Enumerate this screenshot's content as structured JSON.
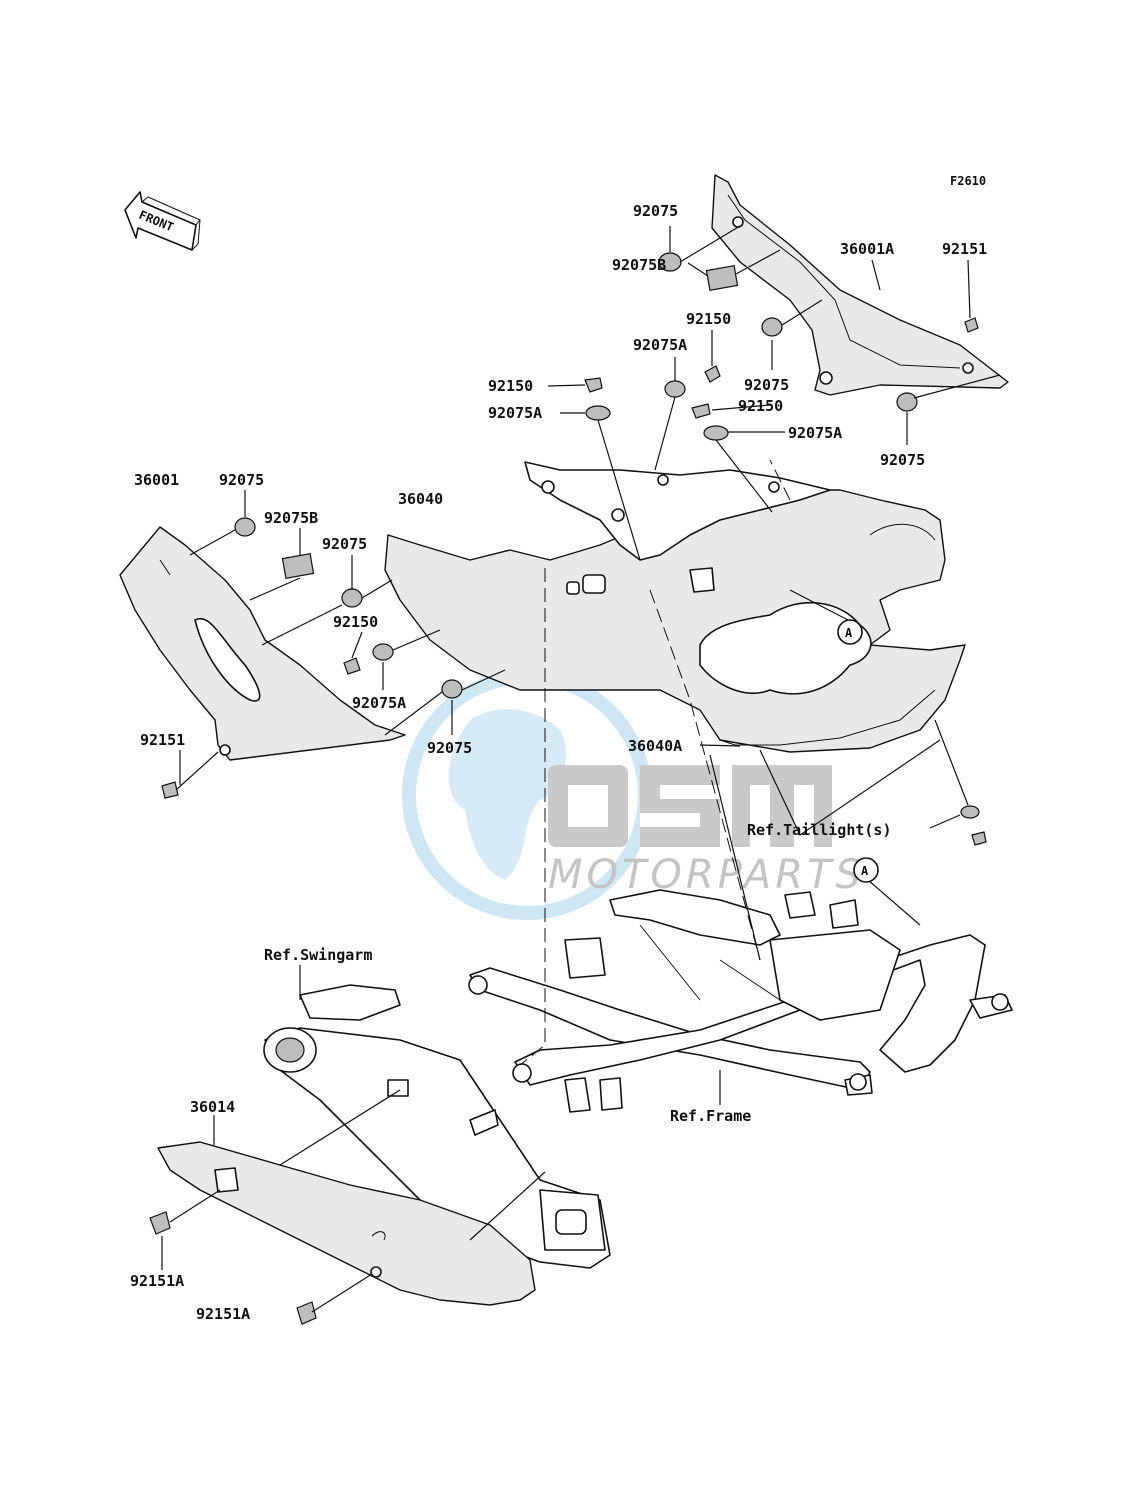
{
  "diagram_code": "F2610",
  "front_label": "FRONT",
  "watermark": {
    "brand": "OSM",
    "sub": "MOTORPARTS"
  },
  "labels": {
    "l92075_top": "92075",
    "l36001A": "36001A",
    "l92151_top": "92151",
    "l92075B_top": "92075B",
    "l92150_a": "92150",
    "l92075A_a": "92075A",
    "l92075_r1": "92075",
    "l92150_b": "92150",
    "l92075A_b": "92075A",
    "l92150_c": "92150",
    "l92075A_c": "92075A",
    "l92075_r2": "92075",
    "l36001": "36001",
    "l92075_left": "92075",
    "l92075B_left": "92075B",
    "l36040": "36040",
    "l92075_mid": "92075",
    "l92150_left": "92150",
    "l92075A_left": "92075A",
    "l92075_low": "92075",
    "l92151_left": "92151",
    "l36040A": "36040A",
    "ref_taillight": "Ref.Taillight(s)",
    "ref_swingarm": "Ref.Swingarm",
    "ref_frame": "Ref.Frame",
    "l36014": "36014",
    "l92151A_1": "92151A",
    "l92151A_2": "92151A",
    "callout_a1": "A",
    "callout_a2": "A"
  }
}
